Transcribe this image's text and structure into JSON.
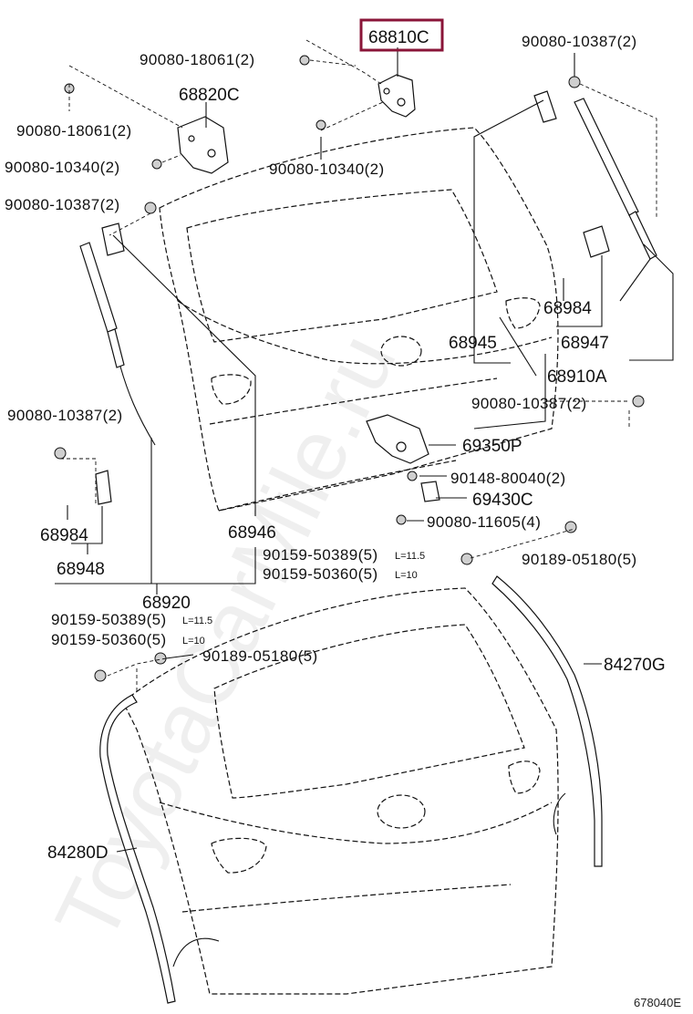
{
  "highlighted_part": "68810C",
  "labels": {
    "p68810C": "68810C",
    "p90080_10387_top": "90080-10387(2)",
    "p90080_18061_top": "90080-18061(2)",
    "p68820C": "68820C",
    "p90080_18061_left": "90080-18061(2)",
    "p90080_10340_left": "90080-10340(2)",
    "p90080_10340_mid": "90080-10340(2)",
    "p90080_10387_left": "90080-10387(2)",
    "p68984_right": "68984",
    "p68945": "68945",
    "p68947": "68947",
    "p68910A": "68910A",
    "p90080_10387_right": "90080-10387(2)",
    "p90080_10387_lower": "90080-10387(2)",
    "p69350P": "69350P",
    "p90148_80040": "90148-80040(2)",
    "p69430C": "69430C",
    "p68984_left": "68984",
    "p68946": "68946",
    "p90080_11605": "90080-11605(4)",
    "p68948": "68948",
    "p90159_50389_r": "90159-50389(5)",
    "p90159_50389_r_len": "L=11.5",
    "p90159_50360_r": "90159-50360(5)",
    "p90159_50360_r_len": "L=10",
    "p90189_05180_r": "90189-05180(5)",
    "p68920": "68920",
    "p90159_50389_l": "90159-50389(5)",
    "p90159_50389_l_len": "L=11.5",
    "p90159_50360_l": "90159-50360(5)",
    "p90159_50360_l_len": "L=10",
    "p90189_05180_l": "90189-05180(5)",
    "p84270G": "84270G",
    "p84280D": "84280D"
  },
  "watermark": "ToyotaCarMile.ru",
  "diagram_code": "678040E"
}
